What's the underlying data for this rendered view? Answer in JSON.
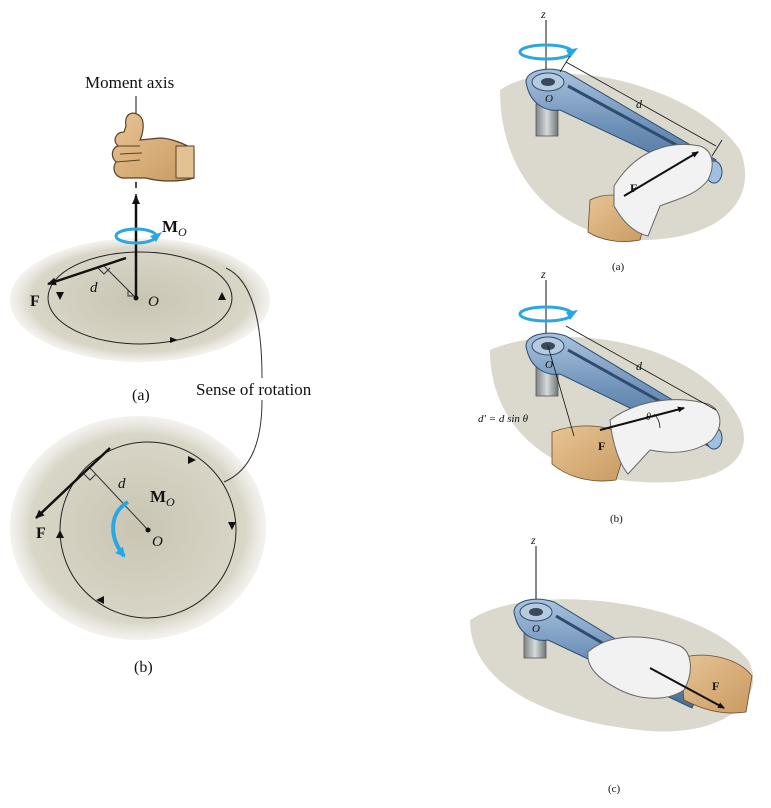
{
  "left": {
    "moment_axis": "Moment axis",
    "sense_of_rotation": "Sense of rotation",
    "fig_a": {
      "caption": "(a)",
      "moment_symbol": "M",
      "moment_sub": "O",
      "force": "F",
      "distance": "d",
      "origin": "O"
    },
    "fig_b": {
      "caption": "(b)",
      "moment_symbol": "M",
      "moment_sub": "O",
      "force": "F",
      "distance": "d",
      "origin": "O"
    }
  },
  "right": {
    "fig_a": {
      "caption": "(a)",
      "axis": "z",
      "origin": "O",
      "distance": "d",
      "force": "F"
    },
    "fig_b": {
      "caption": "(b)",
      "axis": "z",
      "origin": "O",
      "distance": "d",
      "force": "F",
      "theta": "θ",
      "moment_arm": "d′ = d sin θ"
    },
    "fig_c": {
      "caption": "(c)",
      "axis": "z",
      "origin": "O",
      "force": "F"
    }
  },
  "colors": {
    "rotation_blue": "#2aa6e0",
    "wrench_blue": "#6b8fb8",
    "shadow": "#cfcbbc",
    "skin": "#dcb27c"
  }
}
